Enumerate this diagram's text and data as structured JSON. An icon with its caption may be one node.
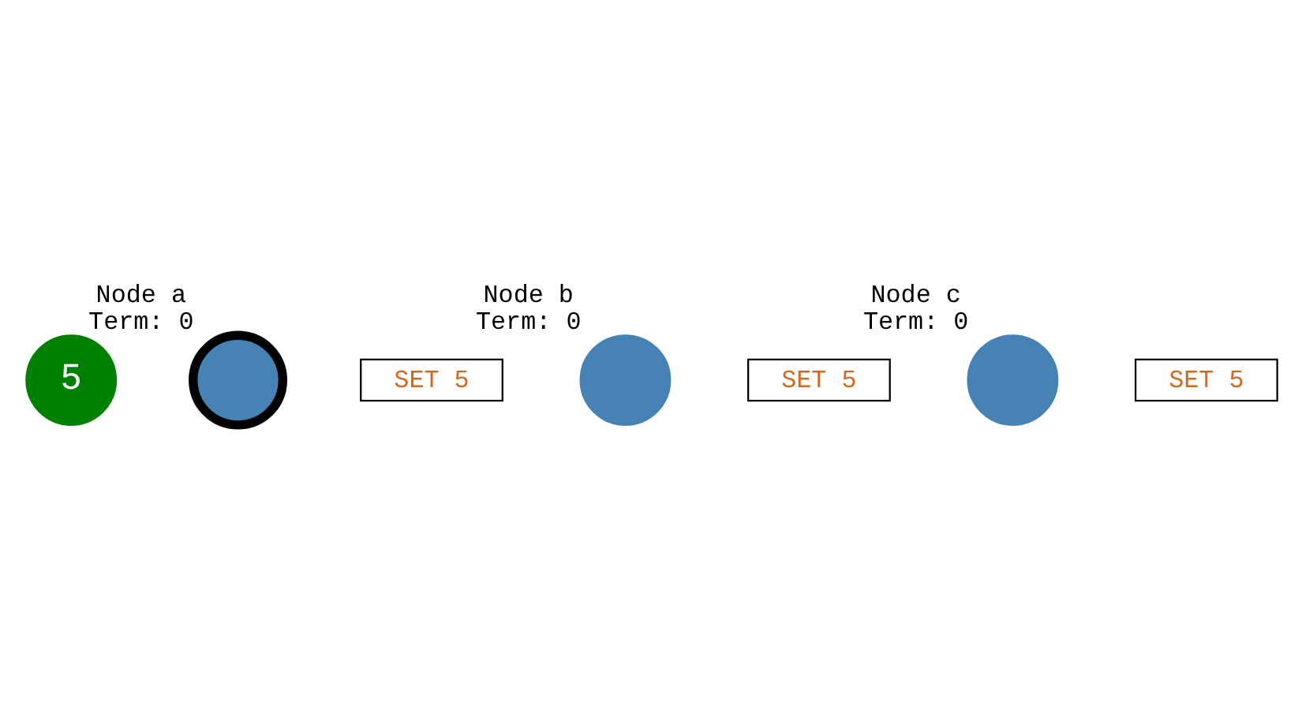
{
  "diagram": {
    "nodes": [
      {
        "text": [],
        "shape": "circle",
        "beside": [
          "Node b",
          "Term: 0"
        ]
      },
      {
        "text": [
          "SET 5"
        ]
      },
      {
        "text": [
          "5"
        ]
      },
      {
        "text": [],
        "shape": "circle",
        "beside": [
          "Node a",
          "Term: 0"
        ]
      },
      {
        "text": [
          "SET 5"
        ]
      },
      {
        "text": [],
        "shape": "circle",
        "beside": [
          "Node c",
          "Term: 0"
        ]
      },
      {
        "text": [
          "SET 5"
        ]
      }
    ],
    "edges": []
  }
}
